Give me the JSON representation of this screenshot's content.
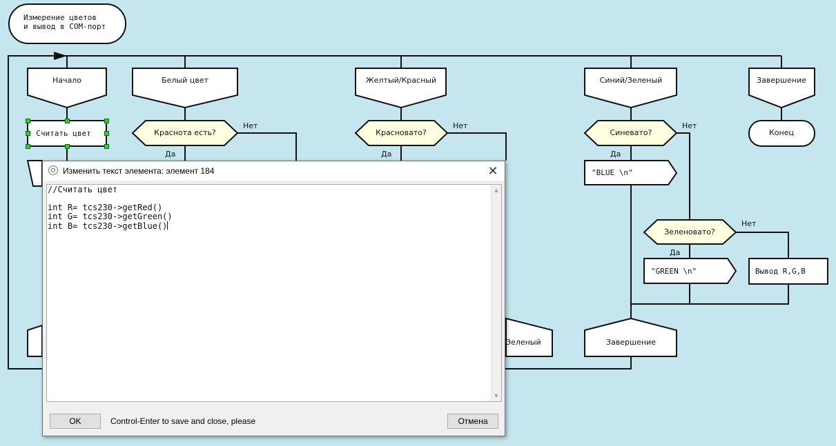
{
  "diagram": {
    "title_line1": "Измерение цветов",
    "title_line2": "и вывод в COM-порт",
    "branches": {
      "start": "Начало",
      "white": "Белый цвет",
      "yellow_red": "Желтый/Красный",
      "blue_green": "Синий/Зеленый",
      "finish": "Завершение"
    },
    "read_color": "Считать цвет",
    "questions": {
      "redness": "Краснота есть?",
      "reddish": "Красновато?",
      "bluish": "Синевато?",
      "greenish": "Зеленовато?"
    },
    "yes": "Да",
    "no": "Нет",
    "outputs": {
      "blue": "\"BLUE \\n\"",
      "green": "\"GREEN \\n\"",
      "rgb": "Вывод R,G,B"
    },
    "footers": {
      "green_partial": "Зеленый",
      "finish": "Завершение"
    },
    "end": "Конец"
  },
  "dialog": {
    "title": "Изменить текст элемента: элемент 184",
    "close_symbol": "✕",
    "text": "//Считать цвет\n\nint R= tcs230->getRed()\nint G= tcs230->getGreen()\nint B= tcs230->getBlue()",
    "ok_label": "OK",
    "hint": "Control-Enter to save and close, please",
    "cancel_label": "Отмена"
  },
  "colors": {
    "background": "#c5e6ee",
    "shape_fill": "#ffffff",
    "question_fill": "#fefee0",
    "selection_handle": "#22d622"
  }
}
